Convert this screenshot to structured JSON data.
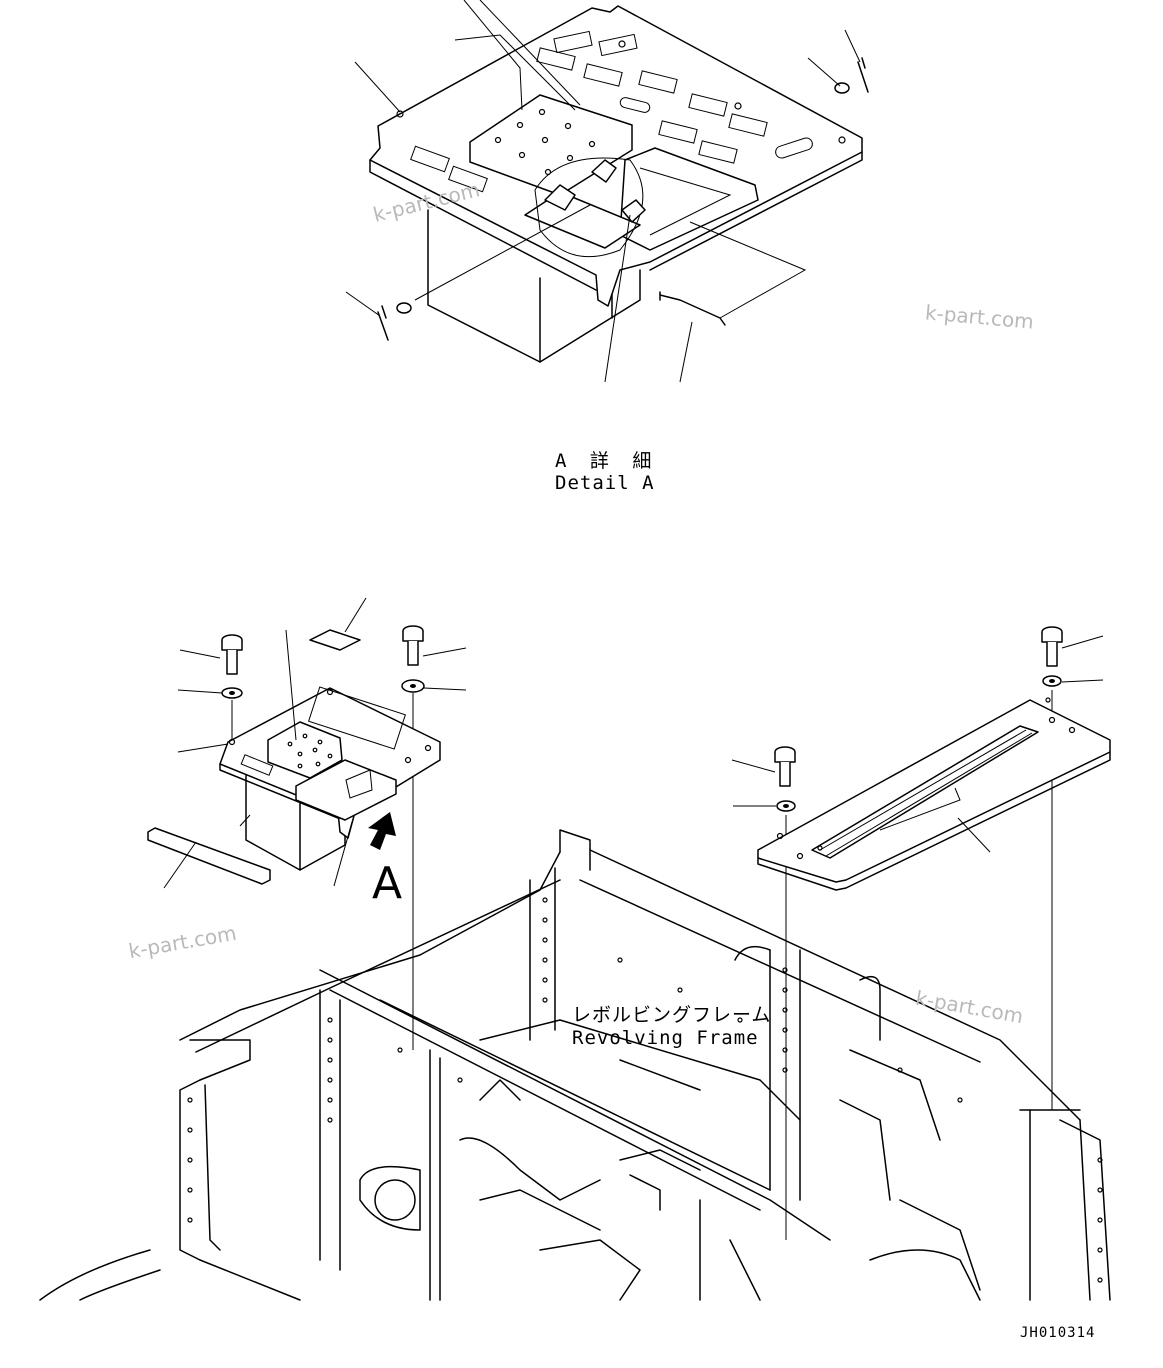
{
  "detail": {
    "title_jp": "A 詳 細",
    "title_en": "Detail A"
  },
  "view": {
    "letter": "A"
  },
  "frame": {
    "label_jp": "レボルビングフレーム",
    "label_en": "Revolving Frame"
  },
  "drawing": {
    "number": "JH010314"
  },
  "watermark": {
    "text": "k-part.com"
  }
}
